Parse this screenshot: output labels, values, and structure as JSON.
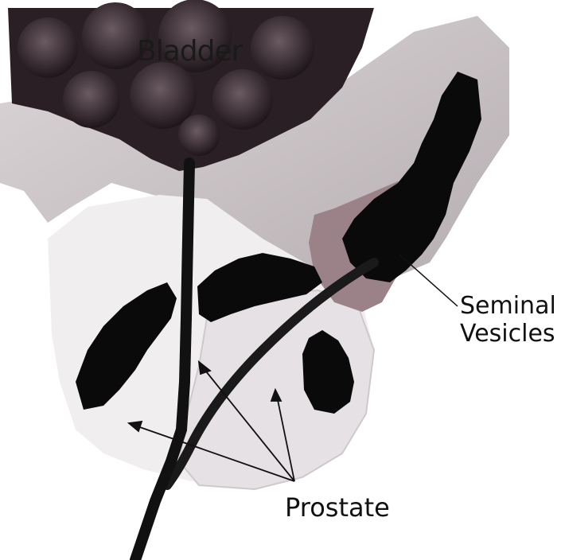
{
  "labels": {
    "bladder": "Bladder",
    "seminal_vesicles": [
      "Seminal",
      "Vesicles"
    ],
    "prostate": "Prostate"
  },
  "colors": {
    "background": "#ffffff",
    "bladder_dark": "#2a1f24",
    "tissue_gray": "#bdb5b8",
    "tissue_light": "#ebe6e8",
    "vesicle_pink": "#9a8288",
    "black": "#0a0a0a"
  }
}
